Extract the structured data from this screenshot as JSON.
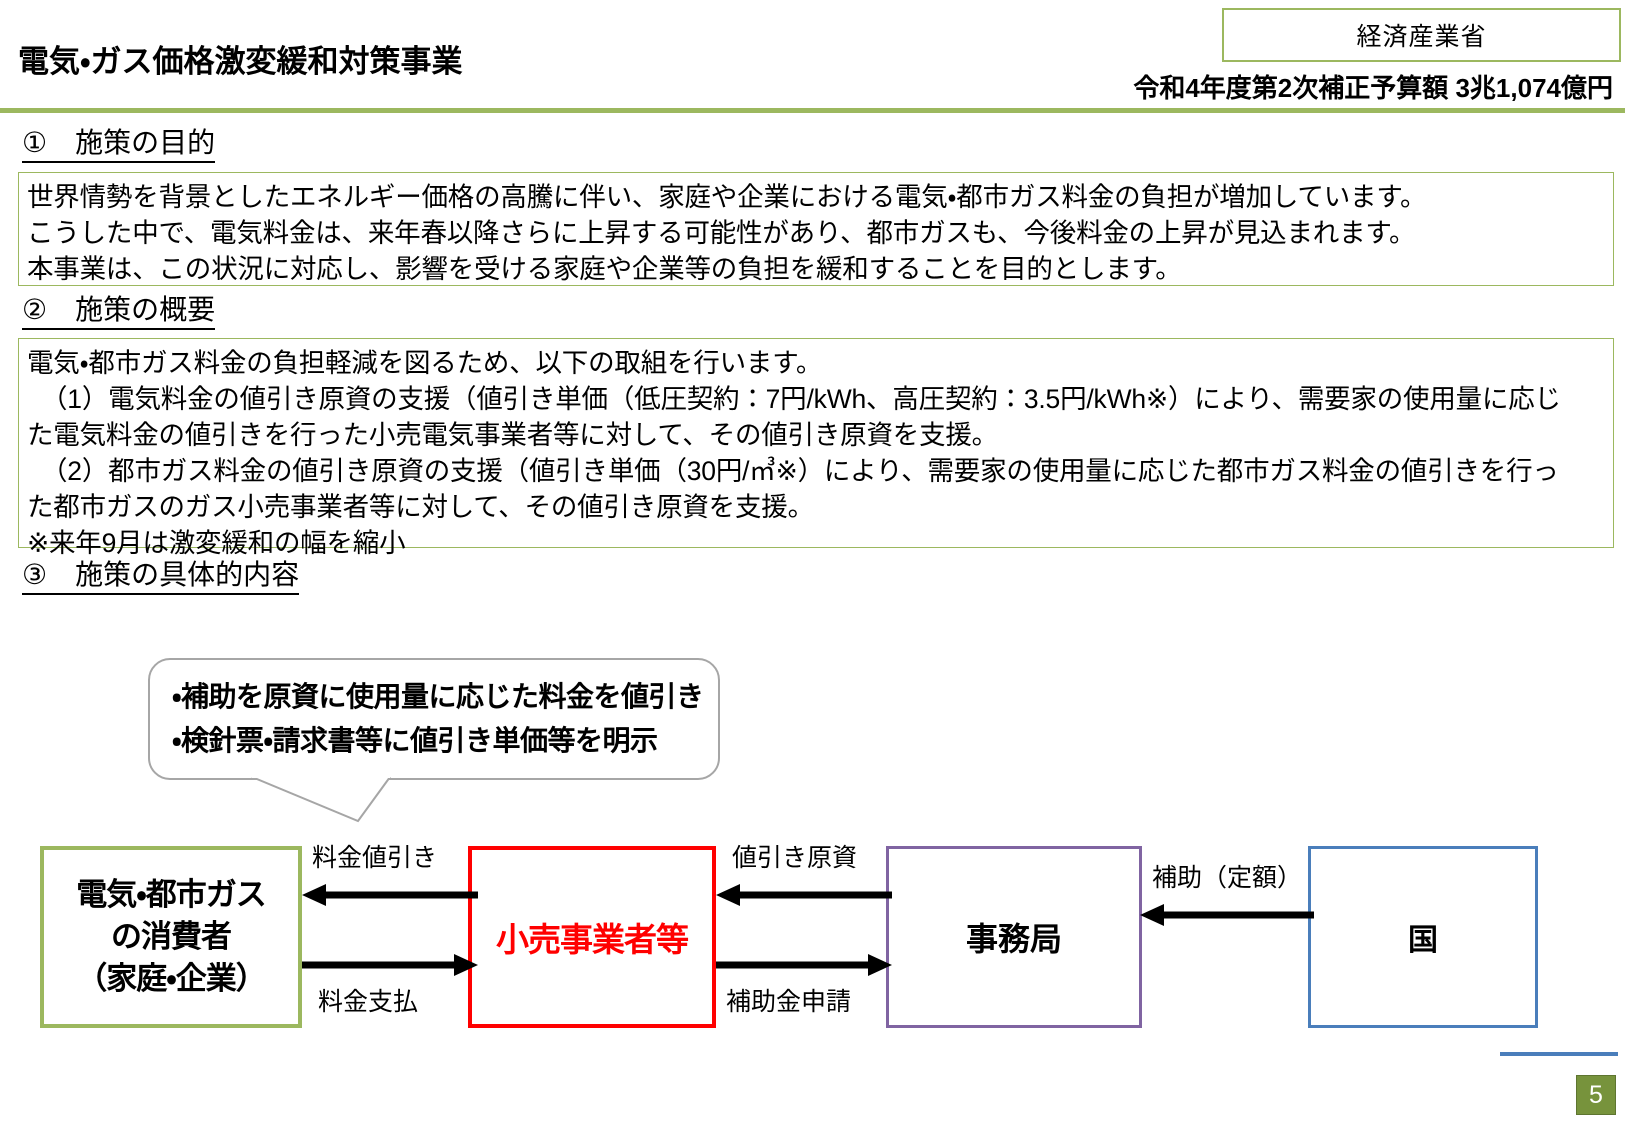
{
  "header": {
    "title": "電気・ガス価格激変緩和対策事業",
    "ministry": "経済産業省",
    "budget": "令和4年度第2次補正予算額 3兆1,074億円"
  },
  "sections": {
    "purpose": {
      "heading": "①　施策の目的",
      "lines": [
        "世界情勢を背景としたエネルギー価格の高騰に伴い、家庭や企業における電気・都市ガス料金の負担が増加しています。",
        "こうした中で、電気料金は、来年春以降さらに上昇する可能性があり、都市ガスも、今後料金の上昇が見込まれます。",
        "本事業は、この状況に対応し、影響を受ける家庭や企業等の負担を緩和することを目的とします。"
      ]
    },
    "outline": {
      "heading": "②　施策の概要",
      "lines": [
        "電気・都市ガス料金の負担軽減を図るため、以下の取組を行います。",
        "（1）電気料金の値引き原資の支援（値引き単価（低圧契約：7円/kWh、高圧契約：3.5円/kWh※）により、需要家の使用量に応じ",
        "た電気料金の値引きを行った小売電気事業者等に対して、その値引き原資を支援。",
        "（2）都市ガス料金の値引き原資の支援（値引き単価（30円/㎥※）により、需要家の使用量に応じた都市ガス料金の値引きを行っ",
        "た都市ガスのガス小売事業者等に対して、その値引き原資を支援。",
        "※来年9月は激変緩和の幅を縮小"
      ]
    },
    "details": {
      "heading": "③　施策の具体的内容"
    }
  },
  "diagram": {
    "callout": {
      "line1": "・補助を原資に使用量に応じた料金を値引き",
      "line2": "・検針票・請求書等に値引き単価等を明示"
    },
    "boxes": {
      "consumer": {
        "line1": "電気・都市ガス",
        "line2": "の消費者",
        "line3": "（家庭・企業）",
        "border_color": "#9CB85F"
      },
      "retailer": {
        "label": "小売事業者等",
        "border_color": "#FF0000",
        "text_color": "#FF0000"
      },
      "office": {
        "label": "事務局",
        "border_color": "#8064A2"
      },
      "state": {
        "label": "国",
        "border_color": "#4A7EBB"
      }
    },
    "arrow_labels": {
      "price_discount": "料金値引き",
      "price_payment": "料金支払",
      "discount_funds": "値引き原資",
      "subsidy_application": "補助金申請",
      "subsidy_fixed": "補助（定額）"
    }
  },
  "footer": {
    "page_number": "5"
  },
  "colors": {
    "accent_green": "#9CB85F",
    "page_badge": "#77933C",
    "red": "#FF0000",
    "purple": "#8064A2",
    "blue": "#4A7EBB"
  }
}
